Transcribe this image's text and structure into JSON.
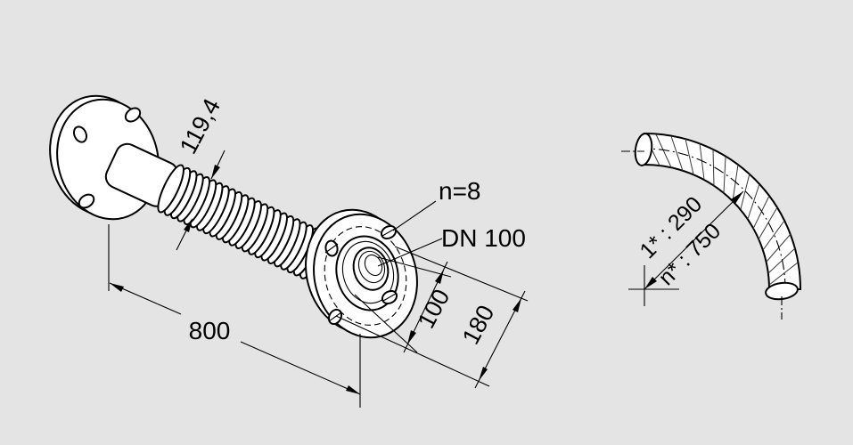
{
  "figure": {
    "left_view": {
      "label_corrugation_diameter": "119,4",
      "label_bolt_count": "n=8",
      "label_nominal_bore": "DN 100",
      "label_length": "800",
      "label_bore_diameter": "100",
      "label_flange_diameter": "180"
    },
    "bend_view": {
      "label_bend_single": "1* : 290",
      "label_bend_multi": "n* : 750"
    },
    "colors": {
      "background": "#e4e4e4",
      "line": "#000000",
      "fill": "#ffffff"
    }
  }
}
